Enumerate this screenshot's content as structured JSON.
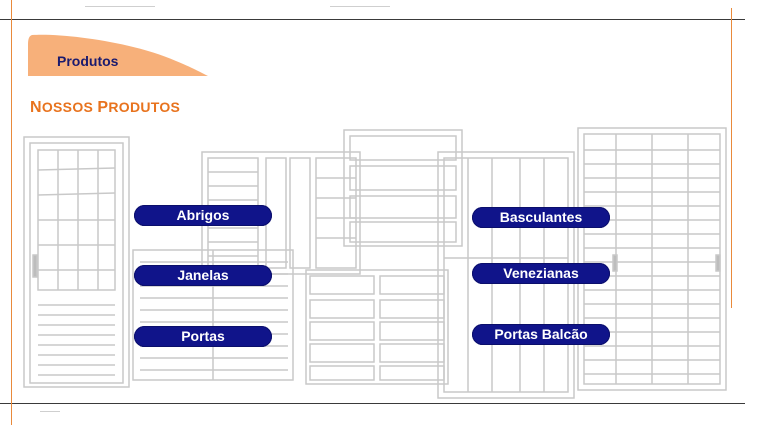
{
  "header": {
    "tab_label": "Produtos"
  },
  "section": {
    "title_first_letter_1": "N",
    "title_rest_1": "OSSOS",
    "title_first_letter_2": "P",
    "title_rest_2": "RODUTOS"
  },
  "buttons": {
    "abrigos": "Abrigos",
    "janelas": "Janelas",
    "portas": "Portas",
    "basculantes": "Basculantes",
    "venezianas": "Venezianas",
    "portas_balcao": "Portas Balcão"
  },
  "colors": {
    "accent_orange": "#e8731e",
    "button_blue": "#10148a",
    "tab_fill": "#f7b07a",
    "frame_gray": "#c9c9c9"
  }
}
